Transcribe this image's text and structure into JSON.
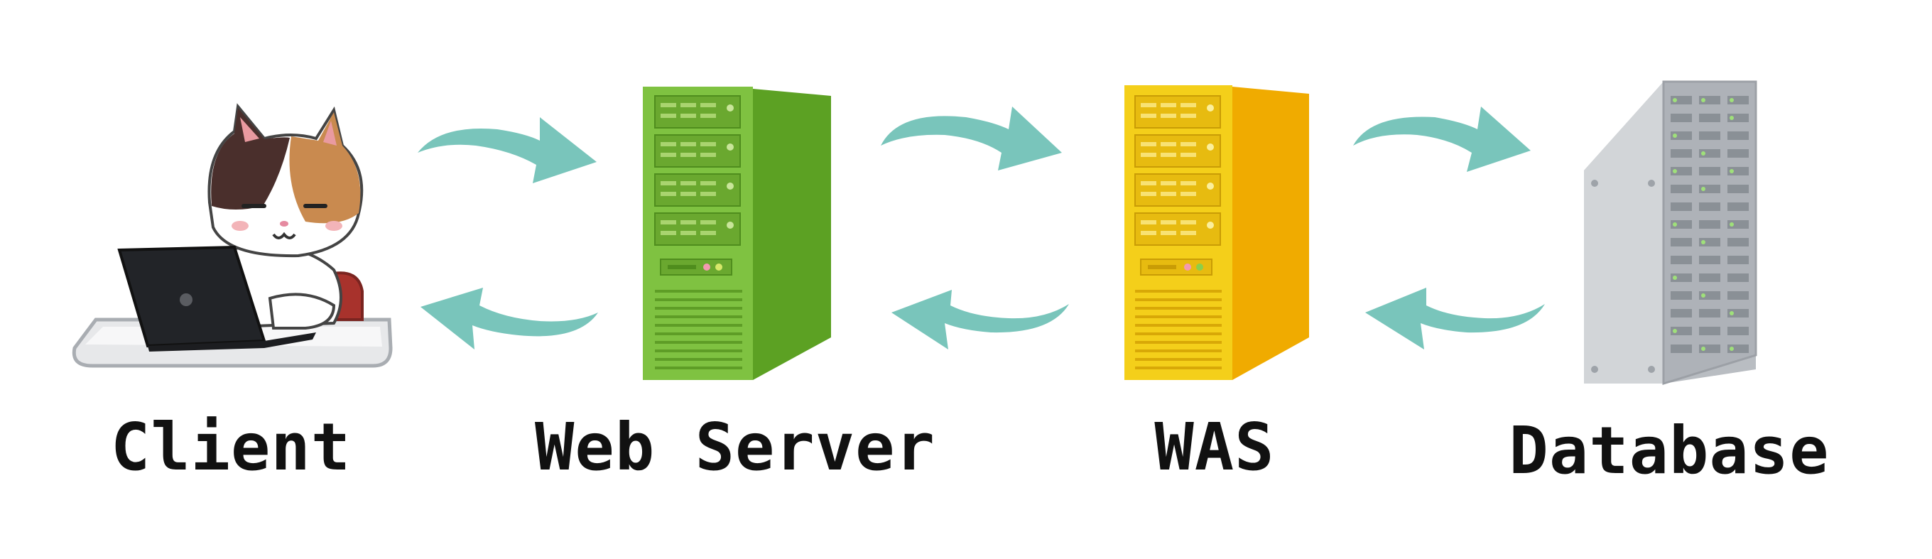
{
  "nodes": {
    "client": {
      "label": "Client",
      "icon": "cat-at-laptop-icon"
    },
    "web_server": {
      "label": "Web Server",
      "icon": "green-server-tower-icon"
    },
    "was": {
      "label": "WAS",
      "icon": "yellow-server-tower-icon"
    },
    "database": {
      "label": "Database",
      "icon": "gray-storage-rack-icon"
    }
  },
  "arrows": {
    "color": "#79c5bb",
    "direction_top": "right",
    "direction_bottom": "left"
  },
  "colors": {
    "web_server_front": "#7fc241",
    "web_server_side": "#5ca123",
    "was_front": "#f4cf1a",
    "was_side": "#f0ab00",
    "database": "#c8ccd0",
    "text": "#111111"
  }
}
